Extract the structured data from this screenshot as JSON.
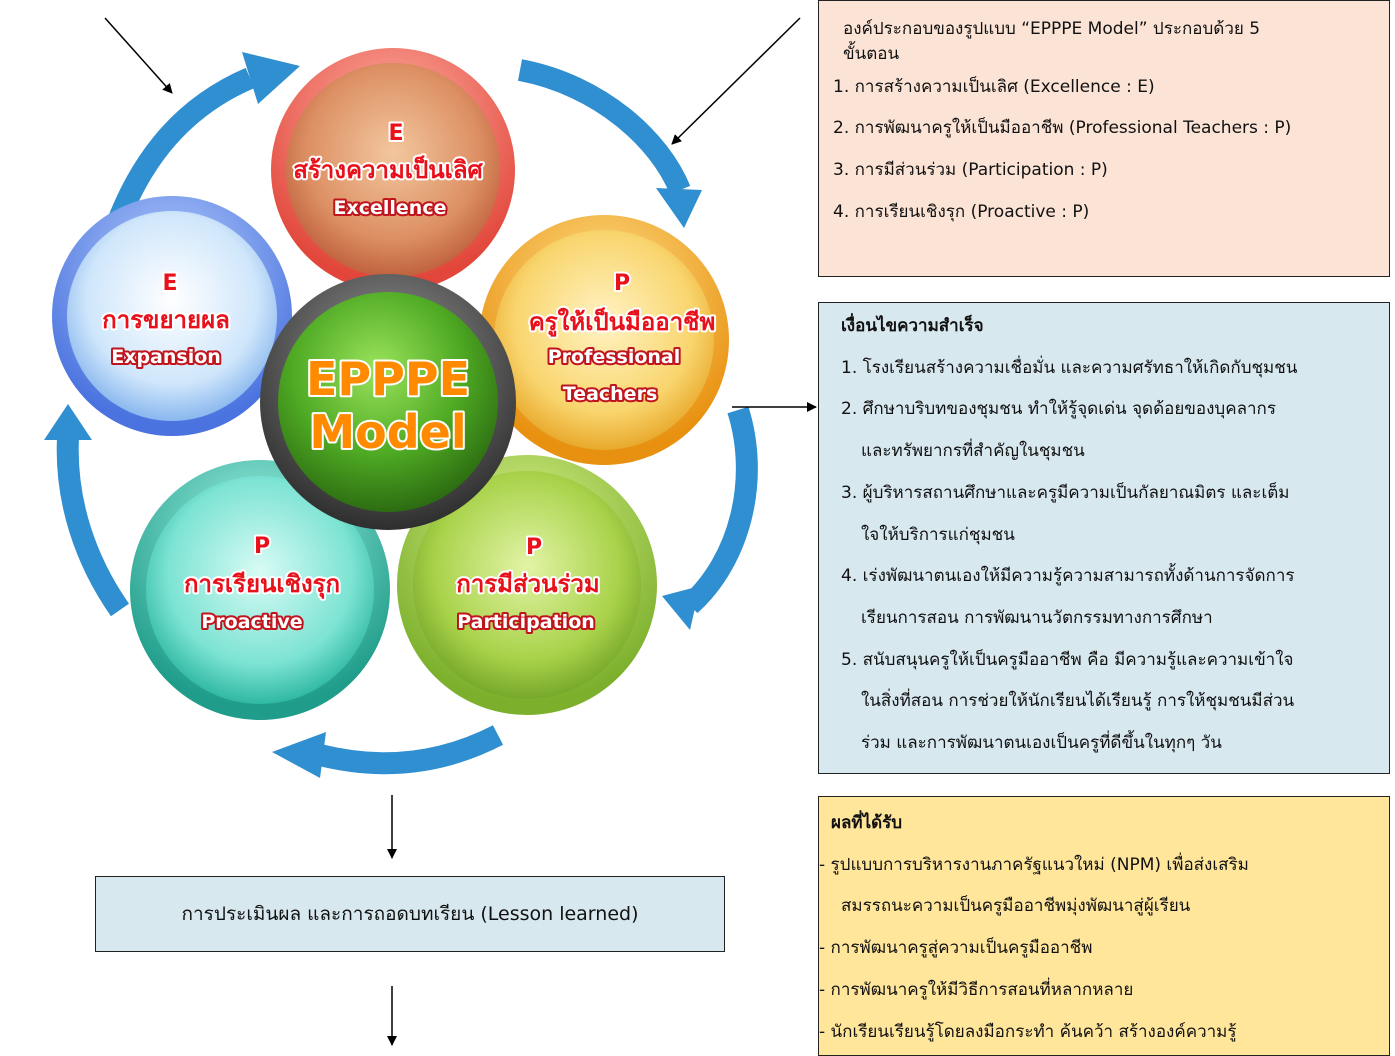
{
  "diagram": {
    "center": {
      "line1": "EPPPE",
      "line2": "Model"
    },
    "circles": [
      {
        "letter": "E",
        "thai": "สร้างความเป็นเลิศ",
        "english": "Excellence",
        "english2": ""
      },
      {
        "letter": "P",
        "thai": "ครูให้เป็นมืออาชีพ",
        "english": "Professional",
        "english2": "Teachers"
      },
      {
        "letter": "P",
        "thai": "การมีส่วนร่วม",
        "english": "Participation",
        "english2": ""
      },
      {
        "letter": "P",
        "thai": "การเรียนเชิงรุก",
        "english": "Proactive",
        "english2": ""
      },
      {
        "letter": "E",
        "thai": "การขยายผล",
        "english": "Expansion",
        "english2": ""
      }
    ]
  },
  "components_box": {
    "intro_line1": "องค์ประกอบของรูปแบบ “EPPPE  Model” ประกอบด้วย 5",
    "intro_line2": "ขั้นตอน",
    "items": [
      "1. การสร้างความเป็นเลิศ (Excellence : E)",
      "2. การพัฒนาครูให้เป็นมืออาชีพ (Professional Teachers : P)",
      "3. การมีส่วนร่วม (Participation : P)",
      "4. การเรียนเชิงรุก (Proactive : P)"
    ]
  },
  "conditions_box": {
    "title": "เงื่อนไขความสำเร็จ",
    "lines": [
      "1. โรงเรียนสร้างความเชื่อมั่น และความศรัทธาให้เกิดกับชุมชน",
      "2. ศึกษาบริบทของชุมชน ทำให้รู้จุดเด่น จุดด้อยของบุคลากร",
      "และทรัพยากรที่สำคัญในชุมชน",
      "3. ผู้บริหารสถานศึกษาและครูมีความเป็นกัลยาณมิตร และเต็ม",
      "ใจให้บริการแก่ชุมชน",
      "4. เร่งพัฒนาตนเองให้มีความรู้ความสามารถทั้งด้านการจัดการ",
      "เรียนการสอน การพัฒนานวัตกรรมทางการศึกษา",
      "5. สนับสนุนครูให้เป็นครูมืออาชีพ คือ มีความรู้และความเข้าใจ",
      "ในสิ่งที่สอน การช่วยให้นักเรียนได้เรียนรู้ การให้ชุมชนมีส่วน",
      "ร่วม และการพัฒนาตนเองเป็นครูที่ดีขึ้นในทุกๆ วัน"
    ]
  },
  "results_box": {
    "title": "ผลที่ได้รับ",
    "lines": [
      "- รูปแบบการบริหารงานภาครัฐแนวใหม่ (NPM) เพื่อส่งเสริม",
      "สมรรถนะความเป็นครูมืออาชีพมุ่งพัฒนาสู่ผู้เรียน",
      "- การพัฒนาครูสู่ความเป็นครูมืออาชีพ",
      "- การพัฒนาครูให้มีวิธีการสอนที่หลากหลาย",
      "- นักเรียนเรียนรู้โดยลงมือกระทำ ค้นคว้า สร้างองค์ความรู้"
    ]
  },
  "evaluation_box": {
    "text": "การประเมินผล และการถอดบทเรียน (Lesson learned)"
  }
}
